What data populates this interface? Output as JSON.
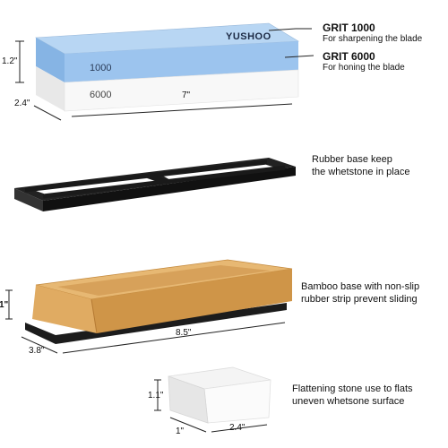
{
  "stone": {
    "brand": "YUSHOO",
    "top_grit_mark": "1000",
    "bottom_grit_mark": "6000",
    "height_dim": "1.2\"",
    "width_dim": "2.4\"",
    "length_dim": "7\""
  },
  "grit_1000": {
    "title": "GRIT 1000",
    "desc": "For sharpening the blade"
  },
  "grit_6000": {
    "title": "GRIT 6000",
    "desc": "For honing the blade"
  },
  "rubber_base": {
    "line1": "Rubber base  keep",
    "line2": "the whetstone in place"
  },
  "bamboo_base": {
    "line1": "Bamboo base with non-slip",
    "line2": "rubber strip prevent sliding",
    "height_dim": "1\"",
    "width_dim": "3.8\"",
    "length_dim": "8.5\""
  },
  "flattening_stone": {
    "line1": "Flattening stone use to flats",
    "line2": "uneven whetsone surface",
    "height_dim": "1.1\"",
    "width_dim": "1\"",
    "length_dim": "2.4\""
  },
  "colors": {
    "blue_stone": "#9cc4ee",
    "white_stone": "#f6f6f6",
    "bamboo": "#d9a45c",
    "rubber": "#1c1c1c"
  }
}
